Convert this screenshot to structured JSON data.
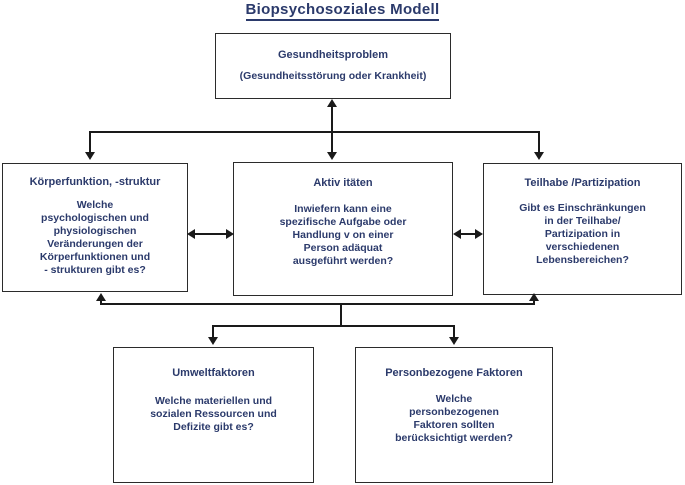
{
  "title": "Biopsychosoziales  Modell",
  "nodes": {
    "health_problem": {
      "title": "Gesundheitsproblem",
      "body": "(Gesundheitsstörung oder Krankheit)"
    },
    "body_function": {
      "title": "Körperfunktion, -struktur",
      "body": "Welche\npsychologischen und\nphysiologischen\nVeränderungen der\nKörperfunktionen und\n- strukturen gibt es?"
    },
    "activities": {
      "title": "Aktiv itäten",
      "body": "Inwiefern kann eine\nspezifische Aufgabe oder\nHandlung v on einer\nPerson adäquat\nausgeführt werden?"
    },
    "participation": {
      "title": "Teilhabe /Partizipation",
      "body": "Gibt es Einschränkungen\nin der Teilhabe/\nPartizipation in\nverschiedenen\nLebensbereichen?"
    },
    "environment": {
      "title": "Umweltfaktoren",
      "body": "Welche materiellen und\nsozialen Ressourcen und\nDefizite gibt es?"
    },
    "personal": {
      "title": "Personbezogene Faktoren",
      "body": "Welche\npersonbezogenen\nFaktoren sollten\nberücksichtigt werden?"
    }
  },
  "colors": {
    "text": "#2b3a6b",
    "border": "#2b2b2b",
    "connector": "#1a1a1a",
    "background": "#ffffff"
  },
  "connectors": [
    {
      "name": "health-to-row",
      "from": "health_problem",
      "to": "activities",
      "style": "double-arrow-vertical"
    },
    {
      "name": "bus-to-bodyfunction",
      "from": "health_problem",
      "to": "body_function",
      "style": "arrow-down"
    },
    {
      "name": "bus-to-participation",
      "from": "health_problem",
      "to": "participation",
      "style": "arrow-down"
    },
    {
      "name": "bodyfunction-activities",
      "from": "body_function",
      "to": "activities",
      "style": "double-arrow-horizontal"
    },
    {
      "name": "activities-participation",
      "from": "activities",
      "to": "participation",
      "style": "double-arrow-horizontal"
    },
    {
      "name": "bus-to-environment",
      "from": "environment",
      "to": "body_function",
      "style": "arrow-updown"
    },
    {
      "name": "bus-to-personal",
      "from": "personal",
      "to": "participation",
      "style": "arrow-updown"
    }
  ]
}
